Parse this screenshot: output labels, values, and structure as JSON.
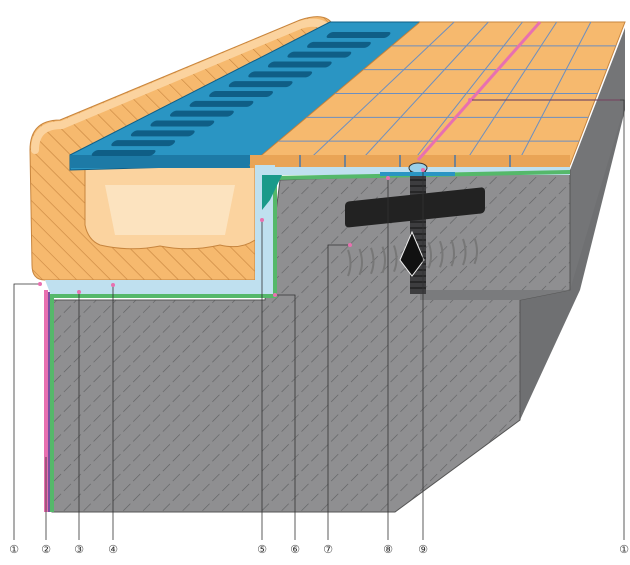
{
  "diagram": {
    "colors": {
      "concrete": "#8f8f91",
      "concrete_dark": "#6f7072",
      "tile": "#f6b96e",
      "tile_light": "#fbd39f",
      "grate": "#2a95c3",
      "grate_slot": "#0f5e86",
      "membrane_green": "#55b86a",
      "membrane_pink": "#e870b0",
      "screed": "#bfe0ef",
      "grout": "#4b78a8",
      "leader": "#333333"
    },
    "callouts": [
      {
        "id": "1",
        "label": "①"
      },
      {
        "id": "2",
        "label": "②"
      },
      {
        "id": "3",
        "label": "③"
      },
      {
        "id": "4",
        "label": "④"
      },
      {
        "id": "5",
        "label": "⑤"
      },
      {
        "id": "6",
        "label": "⑥"
      },
      {
        "id": "7",
        "label": "⑦"
      },
      {
        "id": "8",
        "label": "⑧"
      },
      {
        "id": "9",
        "label": "⑨"
      },
      {
        "id": "1b",
        "label": "①"
      }
    ]
  }
}
